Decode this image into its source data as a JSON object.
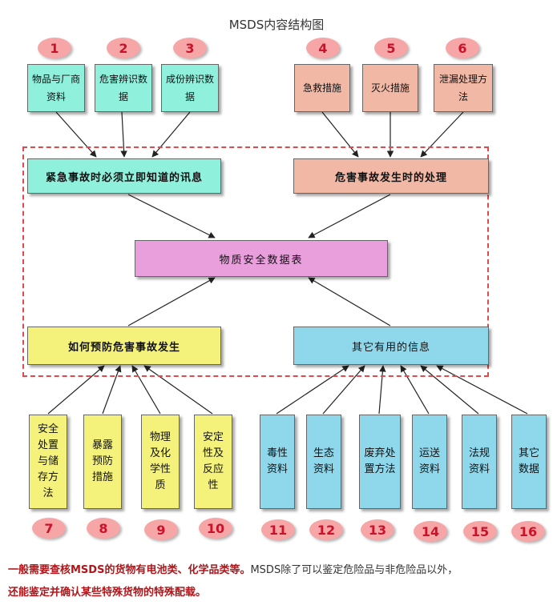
{
  "title": "MSDS内容结构图",
  "top_numbers": [
    "1",
    "2",
    "3",
    "4",
    "5",
    "6"
  ],
  "top_boxes": [
    "物品与厂商资料",
    "危害辨识数据",
    "成份辨识数据",
    "急救措施",
    "灭火措施",
    "泄漏处理方法"
  ],
  "mid_top_left": "紧急事故时必须立即知道的讯息",
  "mid_top_right": "危害事故发生时的处理",
  "center": "物质安全数据表",
  "mid_bottom_left": "如何预防危害事故发生",
  "mid_bottom_right": "其它有用的信息",
  "bottom_boxes": [
    "安全处置与储存方法",
    "暴露预防措施",
    "物理及化学性质",
    "安定性及反应性",
    "毒性资料",
    "生态资料",
    "废弃处置方法",
    "运送资料",
    "法规资料",
    "其它数据"
  ],
  "bottom_numbers": [
    "7",
    "8",
    "9",
    "10",
    "11",
    "12",
    "13",
    "14",
    "15",
    "16"
  ],
  "footer": {
    "line1_bold": "一般需要查核MSDS的货物有电池类、化学品类等。",
    "line1_rest": "MSDS除了可以鉴定危险品与非危险品以外，",
    "line2_bold": "还能鉴定并确认某些特殊货物的特殊配载。"
  },
  "colors": {
    "teal": "#8ff0dc",
    "salmon": "#f2b8a6",
    "pink": "#e89fdc",
    "yellow": "#f4f27a",
    "cyan": "#8fd8ec",
    "number_text": "#c8132b",
    "footer_bold": "#b0151a",
    "dashed_frame": "#e04a4a"
  }
}
